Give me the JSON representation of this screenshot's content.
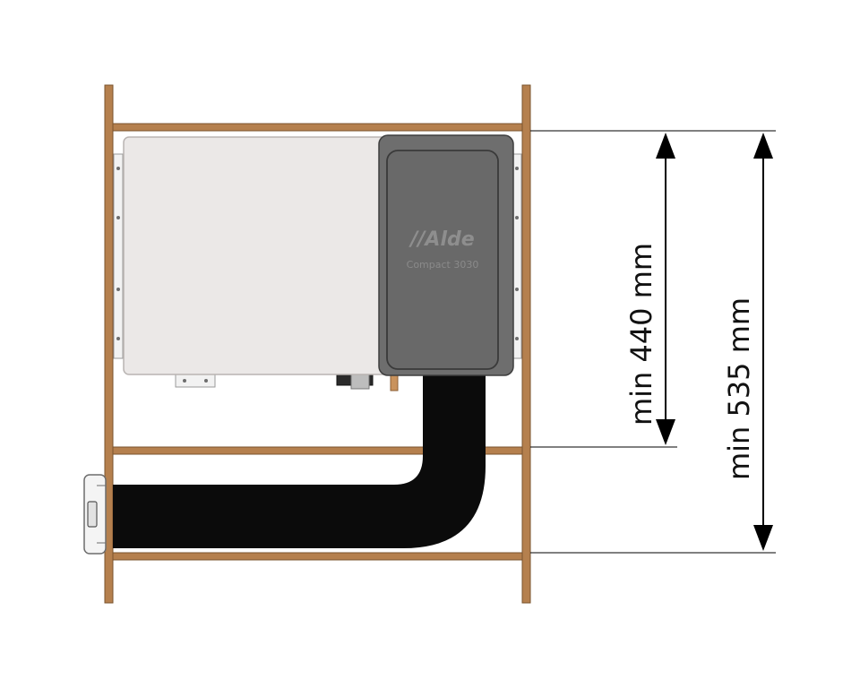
{
  "heater": {
    "brand": "//Alde",
    "model": "Compact 3030"
  },
  "dimensions": {
    "inner_label": "min 440 mm",
    "outer_label": "min 535 mm"
  },
  "colors": {
    "wood": "#b5804e",
    "wood_edge": "#7a532e",
    "panel": "#ebe8e7",
    "panel_edge": "#b9b4b2",
    "housing": "#6e6e6e",
    "housing_edge": "#3e3e3e",
    "flue": "#0b0b0b",
    "arrow": "#000000"
  }
}
